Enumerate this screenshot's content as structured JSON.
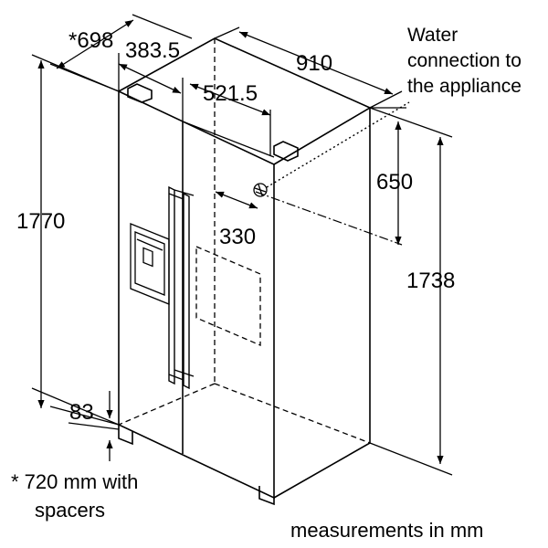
{
  "dimensions": {
    "depth_with_note": "*698",
    "top_door_depth": "383.5",
    "width": "910",
    "door_open_depth": "521.5",
    "total_height": "1770",
    "water_height": "650",
    "water_offset": "330",
    "body_height": "1738",
    "base_height": "83"
  },
  "notes": {
    "water_line1": "Water",
    "water_line2": "connection to",
    "water_line3": "the appliance",
    "spacer_line1": "* 720 mm with",
    "spacer_line2": "spacers",
    "units": "measurements in mm"
  },
  "colors": {
    "line": "#000000",
    "background": "#ffffff"
  }
}
